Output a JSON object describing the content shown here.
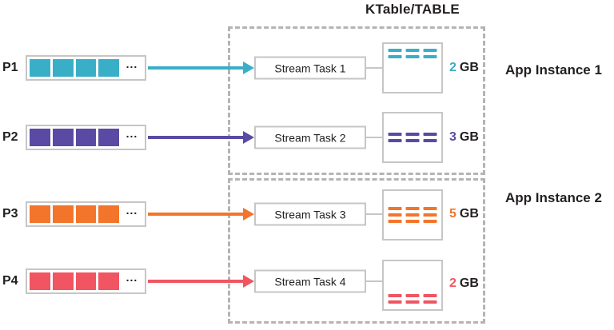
{
  "title": "KTable/TABLE",
  "colors": {
    "teal": "#39AFC7",
    "purple": "#5A4AA4",
    "orange": "#F3752B",
    "red": "#F05561",
    "text_dark": "#231F20",
    "box_border": "#C6C6C6",
    "dashed_border": "#B4B4B4"
  },
  "app_instances": [
    {
      "label": "App Instance 1"
    },
    {
      "label": "App Instance 2"
    }
  ],
  "partitions": [
    {
      "label": "P1",
      "color": "#39AFC7",
      "segments": 4,
      "ellipsis": "...",
      "task": "Stream Task 1",
      "size_value": "2",
      "size_unit": "GB",
      "dash_rows": 2,
      "dash_cols": 3,
      "dash_position": "top",
      "app_instance": "App Instance 1"
    },
    {
      "label": "P2",
      "color": "#5A4AA4",
      "segments": 4,
      "ellipsis": "...",
      "task": "Stream Task 2",
      "size_value": "3",
      "size_unit": "GB",
      "dash_rows": 2,
      "dash_cols": 3,
      "dash_position": "middle",
      "app_instance": "App Instance 1"
    },
    {
      "label": "P3",
      "color": "#F3752B",
      "segments": 4,
      "ellipsis": "...",
      "task": "Stream Task 3",
      "size_value": "5",
      "size_unit": "GB",
      "dash_rows": 3,
      "dash_cols": 3,
      "dash_position": "middle",
      "app_instance": "App Instance 2"
    },
    {
      "label": "P4",
      "color": "#F05561",
      "segments": 4,
      "ellipsis": "...",
      "task": "Stream Task 4",
      "size_value": "2",
      "size_unit": "GB",
      "dash_rows": 2,
      "dash_cols": 3,
      "dash_position": "bottom",
      "app_instance": "App Instance 2"
    }
  ]
}
